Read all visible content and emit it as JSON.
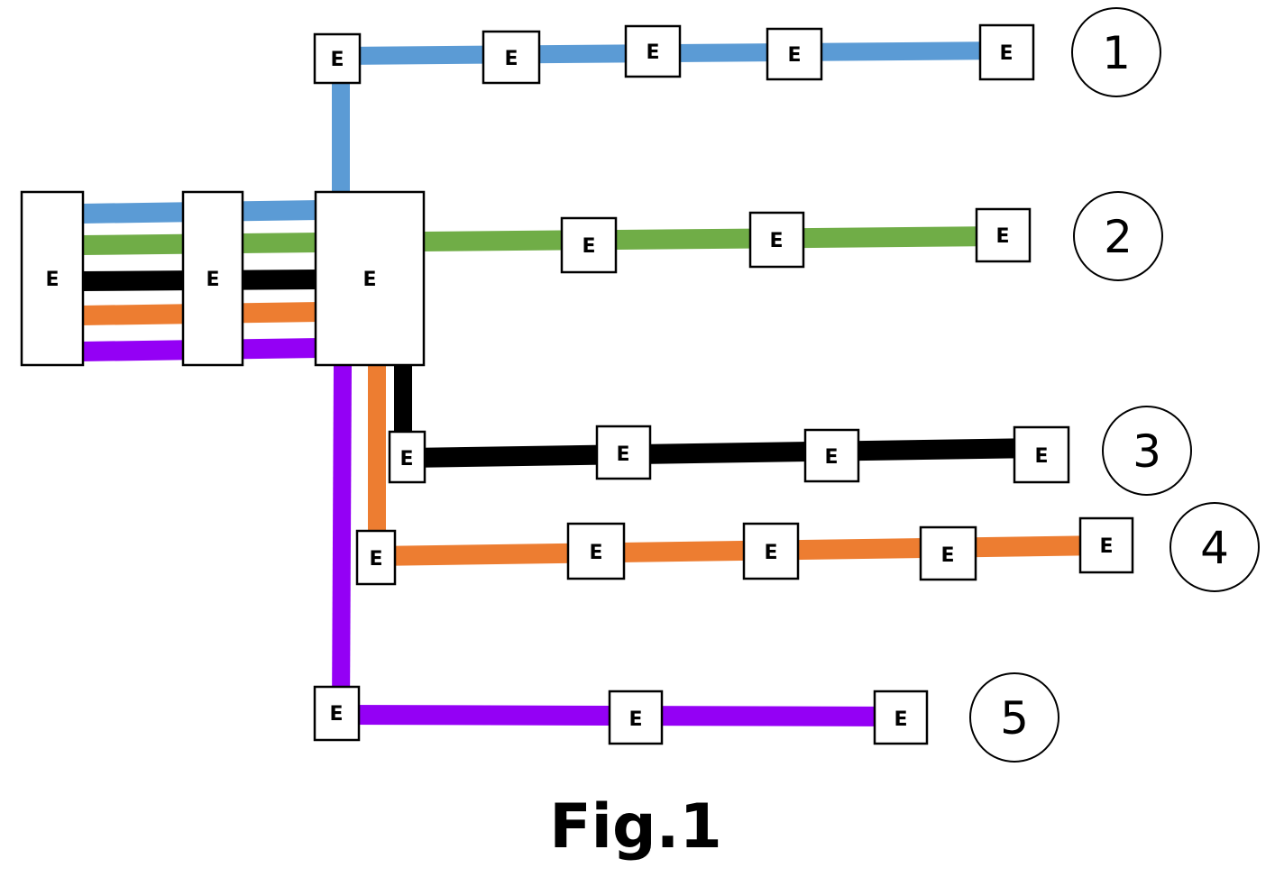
{
  "node_label": "E",
  "caption": "Fig.1",
  "colors": {
    "line1": "#5b9bd5",
    "line2": "#70ad47",
    "line3": "#000000",
    "line4": "#ed7d31",
    "line5": "#9400f5"
  },
  "lines": [
    {
      "number": "1",
      "color_key": "line1"
    },
    {
      "number": "2",
      "color_key": "line2"
    },
    {
      "number": "3",
      "color_key": "line3"
    },
    {
      "number": "4",
      "color_key": "line4"
    },
    {
      "number": "5",
      "color_key": "line5"
    }
  ]
}
